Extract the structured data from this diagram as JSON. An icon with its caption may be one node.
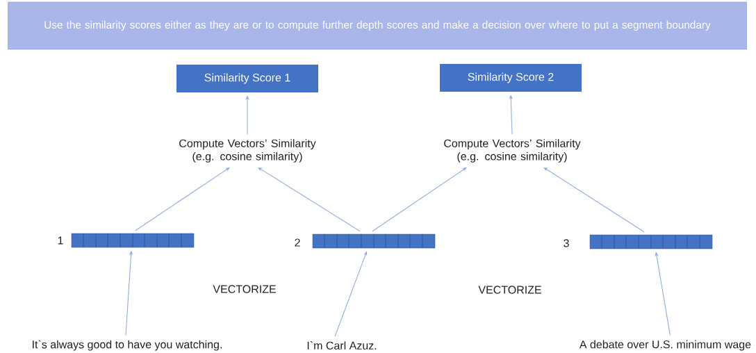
{
  "diagram": {
    "nodes": [
      {
        "text": [
          "Use the similarity scores either as they are or to compute further depth scores and make a decision over where to put a segment boundary"
        ]
      },
      {
        "text": [
          "Similarity Score 1"
        ]
      },
      {
        "text": [
          "Similarity Score 2"
        ]
      },
      {
        "text": [
          "Compute Vectors’ Similarity (e.g. cosine similarity)"
        ]
      },
      {
        "text": [
          "Compute Vectors’ Similarity (e.g. cosine similarity)"
        ]
      },
      {
        "text": [],
        "shape": "bar",
        "beside": [
          "1"
        ]
      },
      {
        "text": [],
        "shape": "bar",
        "beside": [
          "2"
        ]
      },
      {
        "text": [],
        "shape": "bar",
        "beside": [
          "3"
        ]
      },
      {
        "text": [
          "It`s always good to have you watching."
        ]
      },
      {
        "text": [
          "I`m Carl Azuz."
        ]
      },
      {
        "text": [
          "A debate over U.S. minimum wage"
        ]
      }
    ],
    "edges": [
      {
        "from": 8,
        "to": 5,
        "arrow": "to"
      },
      {
        "from": 9,
        "to": 6,
        "arrow": "to"
      },
      {
        "from": 10,
        "to": 7,
        "arrow": "to"
      },
      {
        "from": 5,
        "to": 3,
        "arrow": "to"
      },
      {
        "from": 6,
        "to": 3,
        "arrow": "to"
      },
      {
        "from": 6,
        "to": 4,
        "arrow": "to"
      },
      {
        "from": 7,
        "to": 4,
        "arrow": "to"
      },
      {
        "from": 3,
        "to": 1,
        "arrow": "to"
      },
      {
        "from": 4,
        "to": 2,
        "arrow": "to"
      }
    ],
    "labels": [
      "VECTORIZE",
      "VECTORIZE"
    ]
  }
}
